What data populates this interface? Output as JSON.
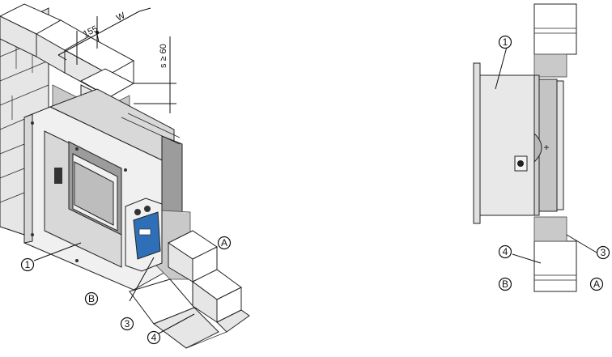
{
  "dimensions": {
    "depth": "155",
    "width": "W",
    "gap": "s ≥ 60"
  },
  "callouts": {
    "left": {
      "damper": "1",
      "sealing": "3",
      "wall": "4",
      "side_a": "A",
      "side_b": "B"
    },
    "right": {
      "damper": "1",
      "sealing": "3",
      "wall": "4",
      "side_a": "A",
      "side_b": "B"
    }
  },
  "colors": {
    "mortar": "#c9c9c9",
    "actuator_blue": "#2f6fb8",
    "metal": "#d8d8d8"
  }
}
